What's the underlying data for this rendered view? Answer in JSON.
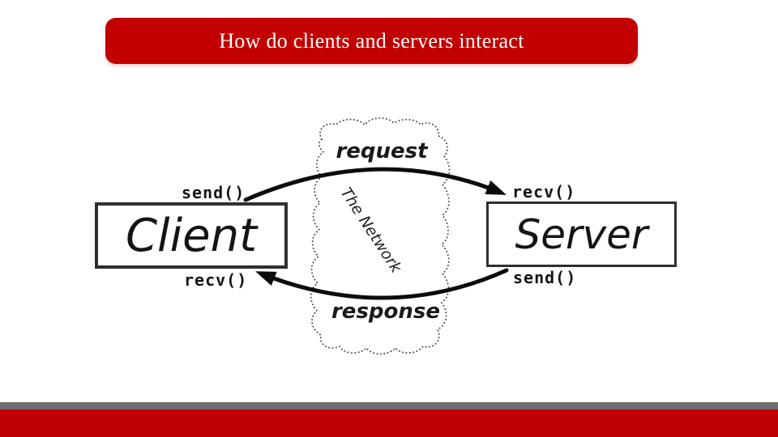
{
  "title_banner": {
    "text": "How do clients and servers interact"
  },
  "diagram": {
    "client_box": {
      "label": "Client"
    },
    "server_box": {
      "label": "Server"
    },
    "client_send_label": "send()",
    "client_recv_label": "recv()",
    "server_recv_label": "recv()",
    "server_send_label": "send()",
    "request_label": "request",
    "response_label": "response",
    "network_label": "The Network"
  },
  "colors": {
    "banner_red": "#c30000",
    "footer_red": "#c00000",
    "footer_gray": "#6d6d72",
    "ink": "#0c0c0c"
  }
}
